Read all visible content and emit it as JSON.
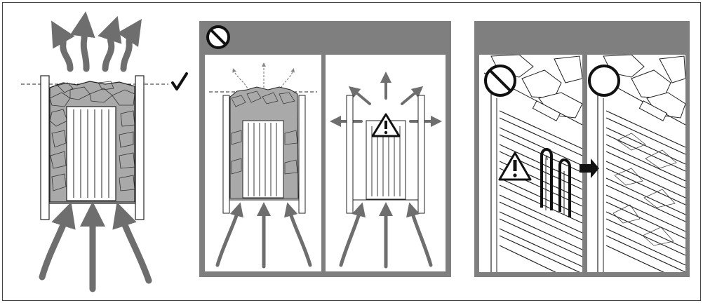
{
  "figure": {
    "panels": [
      {
        "id": "correct",
        "status": "check-icon"
      },
      {
        "id": "wrong-heater-variants",
        "status": "prohibited-icon",
        "subpanels": [
          "stones-above-edge",
          "no-stones-warning"
        ]
      },
      {
        "id": "stone-detail",
        "subpanels": [
          {
            "id": "wrong-element-visible",
            "status": "prohibited-icon",
            "warning": "warning-icon"
          },
          {
            "id": "correct-element-covered",
            "status": "ok-circle-icon"
          }
        ]
      }
    ],
    "colors": {
      "panel_header": "#7f7f7f",
      "arrow": "#6e6e6e",
      "stone_fill": "#a9a9a9",
      "line": "#222222",
      "frame_border": "#444444"
    }
  }
}
